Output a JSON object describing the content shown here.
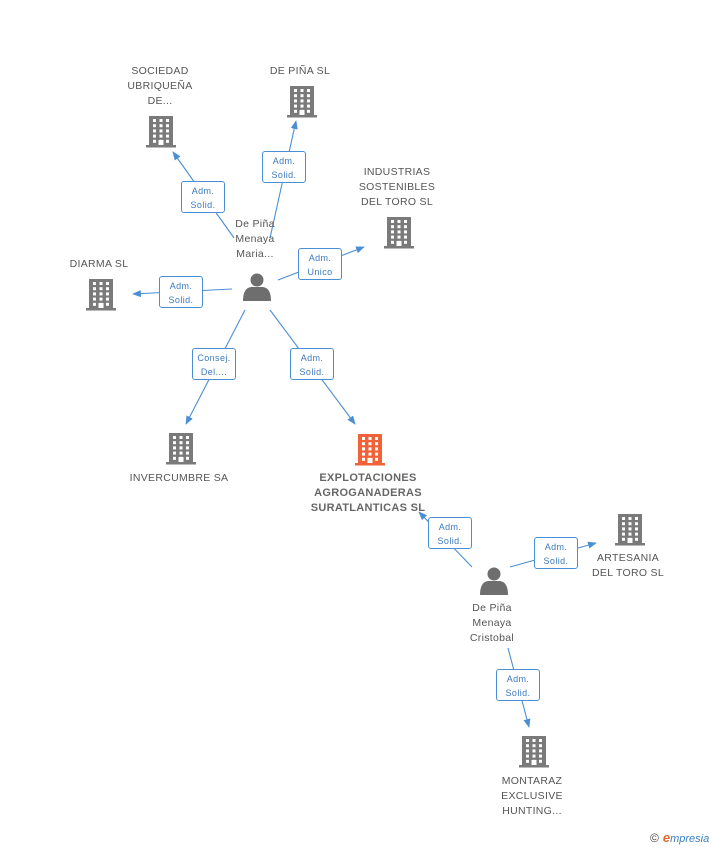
{
  "colors": {
    "building": "#7a7a7a",
    "building_focus": "#f06238",
    "person": "#6e6e6e",
    "edge": "#4a8fd4",
    "text": "#555555"
  },
  "companies": [
    {
      "id": "sociedad",
      "label": "SOCIEDAD\nUBRIQUEÑA\nDE...",
      "focus": false
    },
    {
      "id": "depina",
      "label": "DE PIÑA SL",
      "focus": false
    },
    {
      "id": "industrias",
      "label": "INDUSTRIAS\nSOSTENIBLES\nDEL TORO SL",
      "focus": false
    },
    {
      "id": "diarma",
      "label": "DIARMA SL",
      "focus": false
    },
    {
      "id": "invercumbre",
      "label": "INVERCUMBRE SA",
      "focus": false
    },
    {
      "id": "explotaciones",
      "label": "EXPLOTACIONES\nAGROGANADERAS\nSURATLANTICAS SL",
      "focus": true
    },
    {
      "id": "artesania",
      "label": "ARTESANIA\nDEL TORO SL",
      "focus": false
    },
    {
      "id": "montaraz",
      "label": "MONTARAZ\nEXCLUSIVE\nHUNTING...",
      "focus": false
    }
  ],
  "persons": [
    {
      "id": "maria",
      "label": "De Piña\nMenaya\nMaria..."
    },
    {
      "id": "cristobal",
      "label": "De Piña\nMenaya\nCristobal"
    }
  ],
  "relations": [
    {
      "from": "maria",
      "to": "sociedad",
      "role": "Adm.\nSolid."
    },
    {
      "from": "maria",
      "to": "depina",
      "role": "Adm.\nSolid."
    },
    {
      "from": "maria",
      "to": "industrias",
      "role": "Adm.\nUnico"
    },
    {
      "from": "maria",
      "to": "diarma",
      "role": "Adm.\nSolid."
    },
    {
      "from": "maria",
      "to": "invercumbre",
      "role": "Consej.\nDel...."
    },
    {
      "from": "maria",
      "to": "explotaciones",
      "role": "Adm.\nSolid."
    },
    {
      "from": "cristobal",
      "to": "explotaciones",
      "role": "Adm.\nSolid."
    },
    {
      "from": "cristobal",
      "to": "artesania",
      "role": "Adm.\nSolid."
    },
    {
      "from": "cristobal",
      "to": "montaraz",
      "role": "Adm.\nSolid."
    }
  ],
  "brand": {
    "copyright": "©",
    "initial": "e",
    "name": "mpresia"
  }
}
